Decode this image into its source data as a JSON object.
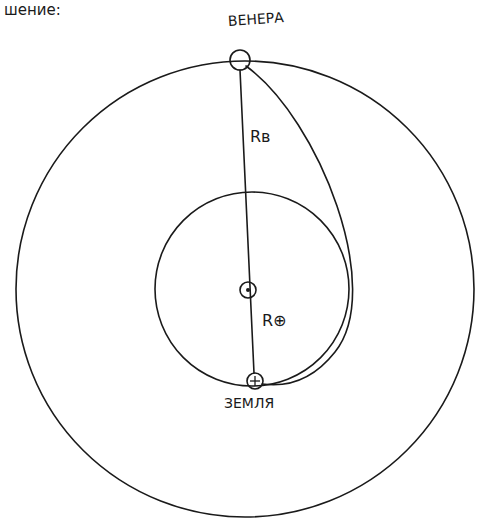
{
  "diagram": {
    "labels": [
      "шение:",
      "ВЕНЕРА",
      "Rв",
      "R⊕",
      "ЗЕМЛЯ"
    ]
  }
}
